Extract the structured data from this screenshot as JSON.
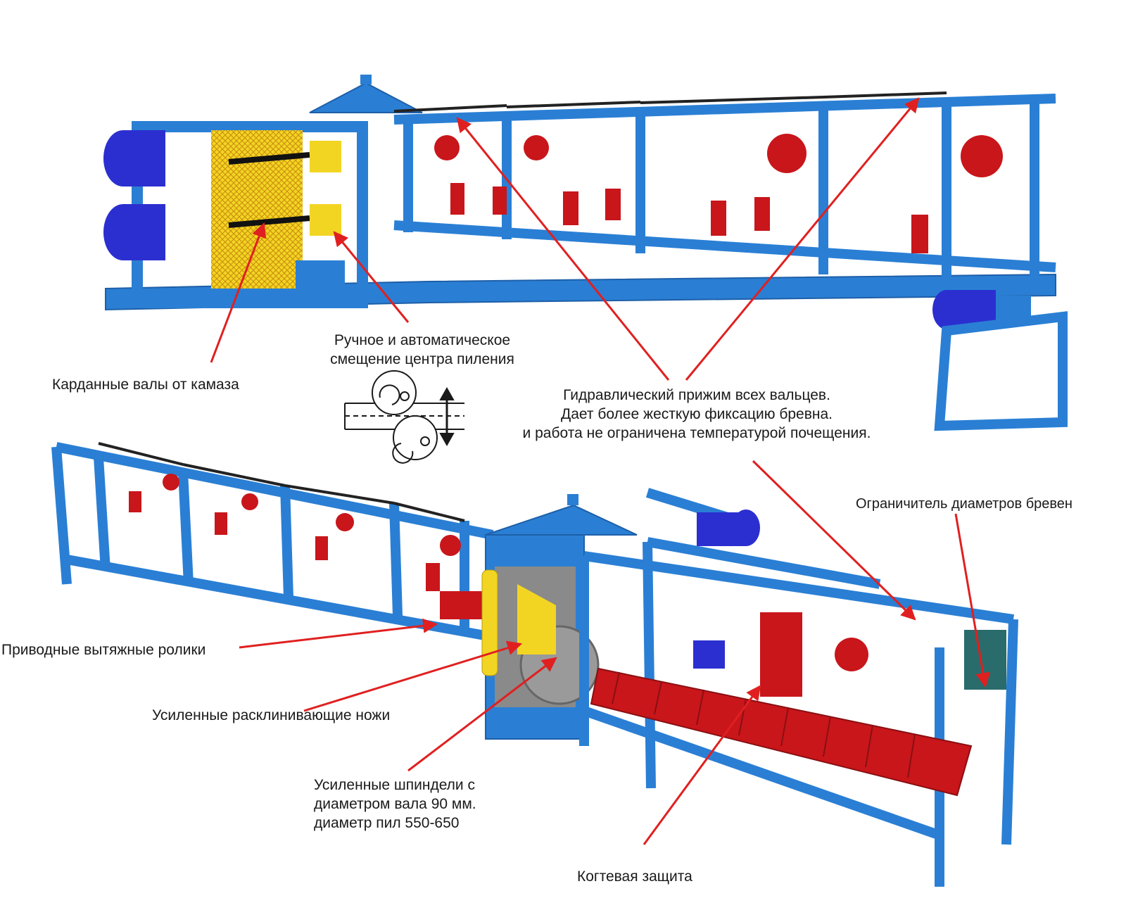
{
  "labels": {
    "cardan": "Карданные валы от камаза",
    "shift_1": "Ручное и автоматическое",
    "shift_2": "смещение центра пиления",
    "hydro_1": "Гидравлический прижим всех вальцев.",
    "hydro_2": "Дает более жесткую фиксацию бревна.",
    "hydro_3": "и работа не ограничена температурой почещения.",
    "limiter": "Ограничитель диаметров бревен",
    "rollers": "Приводные вытяжные ролики",
    "knives": "Усиленные расклинивающие ножи",
    "spindle_1": "Усиленные шпиндели с",
    "spindle_2": "диаметром вала 90 мм.",
    "spindle_3": "диаметр пил 550-650",
    "claw": "Когтевая защита"
  },
  "colors": {
    "frame": "#2a7fd4",
    "frame_dark": "#1e5fa8",
    "motor": "#2b2fd0",
    "roller": "#c8161b",
    "guard": "#f0d020",
    "arrow": "#e02020"
  }
}
